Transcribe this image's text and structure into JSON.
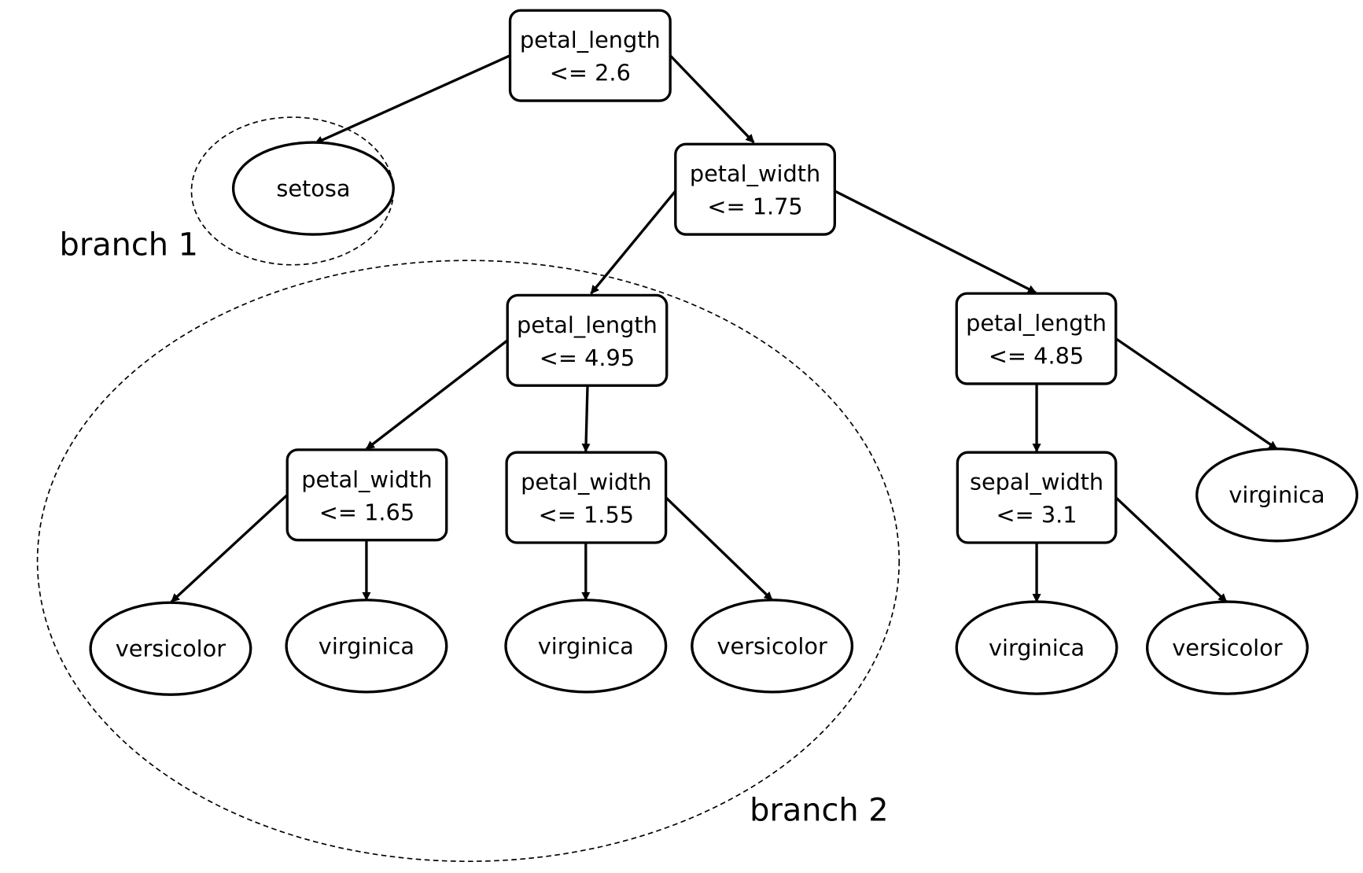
{
  "diagram": {
    "nodes": [
      {
        "id": "n1",
        "kind": "decision",
        "line1": "petal_length",
        "line2": "<= 2.6"
      },
      {
        "id": "n2",
        "kind": "leaf",
        "line1": "setosa"
      },
      {
        "id": "n3",
        "kind": "decision",
        "line1": "petal_width",
        "line2": "<= 1.75"
      },
      {
        "id": "n4",
        "kind": "decision",
        "line1": "petal_length",
        "line2": "<= 4.95"
      },
      {
        "id": "n5",
        "kind": "decision",
        "line1": "petal_length",
        "line2": "<= 4.85"
      },
      {
        "id": "n6",
        "kind": "decision",
        "line1": "petal_width",
        "line2": "<= 1.65"
      },
      {
        "id": "n7",
        "kind": "decision",
        "line1": "petal_width",
        "line2": "<= 1.55"
      },
      {
        "id": "n8",
        "kind": "decision",
        "line1": "sepal_width",
        "line2": "<= 3.1"
      },
      {
        "id": "n9",
        "kind": "leaf",
        "line1": "virginica"
      },
      {
        "id": "n10",
        "kind": "leaf",
        "line1": "versicolor"
      },
      {
        "id": "n11",
        "kind": "leaf",
        "line1": "virginica"
      },
      {
        "id": "n12",
        "kind": "leaf",
        "line1": "virginica"
      },
      {
        "id": "n13",
        "kind": "leaf",
        "line1": "versicolor"
      },
      {
        "id": "n14",
        "kind": "leaf",
        "line1": "virginica"
      },
      {
        "id": "n15",
        "kind": "leaf",
        "line1": "versicolor"
      }
    ],
    "edges": [
      [
        "n1",
        "n2"
      ],
      [
        "n1",
        "n3"
      ],
      [
        "n3",
        "n4"
      ],
      [
        "n3",
        "n5"
      ],
      [
        "n4",
        "n6"
      ],
      [
        "n4",
        "n7"
      ],
      [
        "n5",
        "n8"
      ],
      [
        "n5",
        "n9"
      ],
      [
        "n6",
        "n10"
      ],
      [
        "n6",
        "n11"
      ],
      [
        "n7",
        "n12"
      ],
      [
        "n7",
        "n13"
      ],
      [
        "n8",
        "n14"
      ],
      [
        "n8",
        "n15"
      ]
    ],
    "groups": [
      {
        "id": "g1",
        "label": "branch 1"
      },
      {
        "id": "g2",
        "label": "branch 2"
      }
    ],
    "colors": {
      "stroke": "#000000",
      "background": "#ffffff"
    }
  }
}
